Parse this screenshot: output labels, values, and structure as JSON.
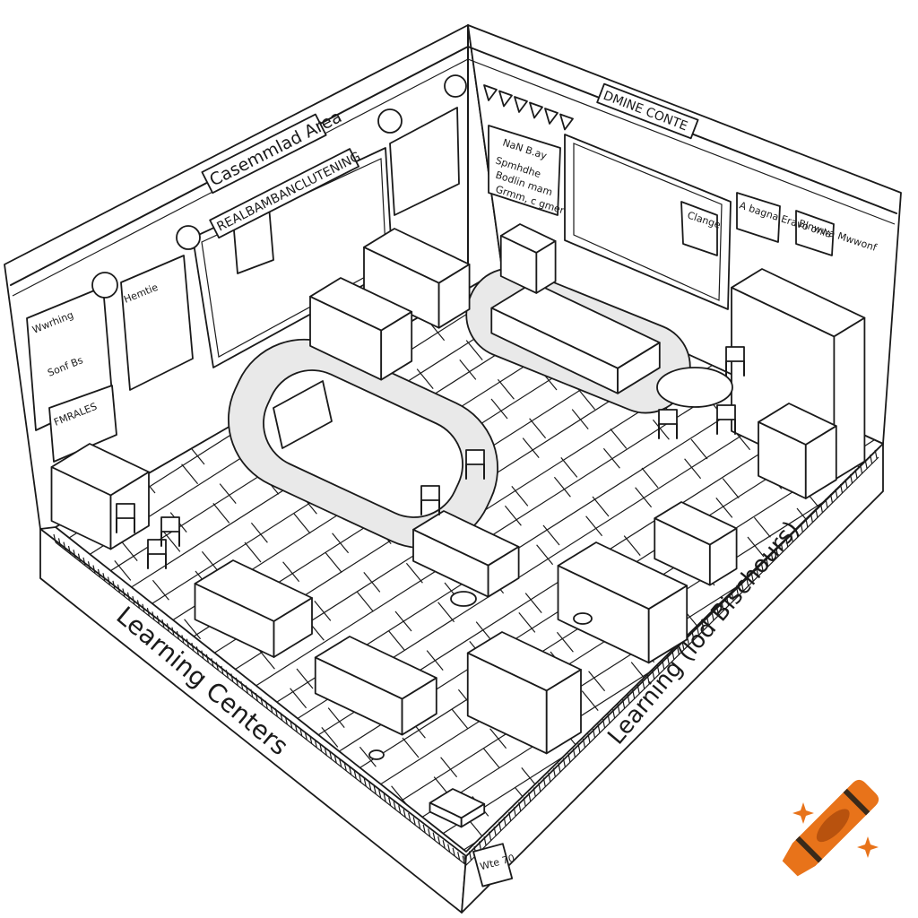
{
  "illustration": {
    "style": "black line-art isometric classroom coloring page",
    "signs": {
      "left_wall_banner": "Casemmlad Area",
      "left_whiteboard_banner": "REALBAMBANCLUTENING",
      "back_wall_banner": "DMINE CONTE",
      "left_base_label": "Learning Centers",
      "right_base_label": "Learning (lod Bischours)",
      "corner_tag": "Wte 70"
    },
    "posters": {
      "left_poster_1_title": "Wwrhing",
      "left_poster_1_line": "Sonf Bs",
      "left_poster_2_title": "FMRALES",
      "left_poster_3_title": "Hemtie",
      "back_poster_1_title": "NaN B.ay",
      "back_poster_1_lines": [
        "Spmhdhe",
        "Bodlin mam",
        "Grmm, c gmer"
      ],
      "whiteboard_note": "Clange",
      "right_poster_1": "A bagna Eravo onla",
      "right_poster_2": "Blnwwa Mwwonf"
    }
  },
  "logo": {
    "name": "crayon-icon",
    "color": "#E8731A",
    "sparkle_color": "#E8731A"
  }
}
